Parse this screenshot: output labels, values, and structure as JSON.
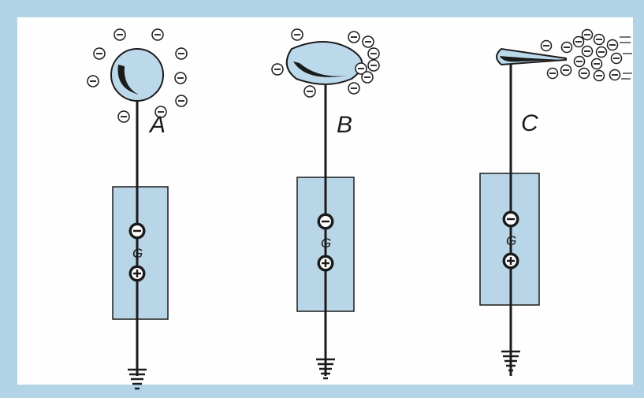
{
  "colors": {
    "frame": "#b3d4e7",
    "panel": "#fefefe",
    "generator_fill": "#b9d5e8",
    "ink": "#1b1b1b",
    "body_fill": "#bcd8eb"
  },
  "generator_label": "G",
  "electron_icon": "minus-circle-icon",
  "terminal_icons": [
    "minus-circle-icon",
    "plus-circle-icon"
  ],
  "conductors": [
    {
      "id": "A",
      "label": "A",
      "shape": "sphere",
      "electron_count": 9
    },
    {
      "id": "B",
      "label": "B",
      "shape": "teardrop",
      "electron_count": 10
    },
    {
      "id": "C",
      "label": "C",
      "shape": "point",
      "electron_count": 16
    }
  ]
}
